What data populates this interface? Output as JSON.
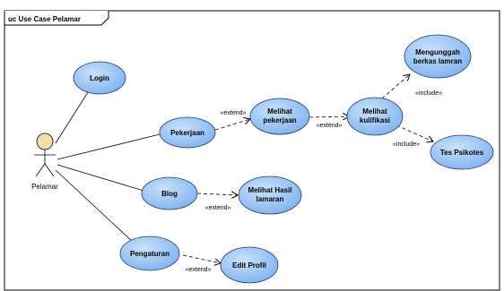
{
  "frame": {
    "title": "uc Use Case Pelamar"
  },
  "actor": {
    "name": "Pelamar"
  },
  "use_cases": {
    "login": "Login",
    "pekerjaan": "Pekerjaan",
    "melihat_pekerjaan": [
      "Melihat",
      "pekerjaan"
    ],
    "melihat_kulifikasi": [
      "Melihat",
      "kulifikasi"
    ],
    "mengunggah": [
      "Mengunggah",
      "berkas lamran"
    ],
    "tes_psikotes": "Tes Psikotes",
    "blog": "Blog",
    "melihat_hasil": [
      "Melihat Hasil",
      "lamaran"
    ],
    "pengaturan": "Pengaturan",
    "edit_profil": "Edit Profil"
  },
  "relations": {
    "extend_1": "«extend»",
    "extend_2": "«extend»",
    "extend_3": "«extend»",
    "extend_4": "«extend»",
    "include_1": "«include»",
    "include_2": "«include»"
  },
  "colors": {
    "usecase_fill": "#9cc8f6",
    "usecase_stroke": "#1a3b6e",
    "actor_head": "#f6dcaa"
  }
}
